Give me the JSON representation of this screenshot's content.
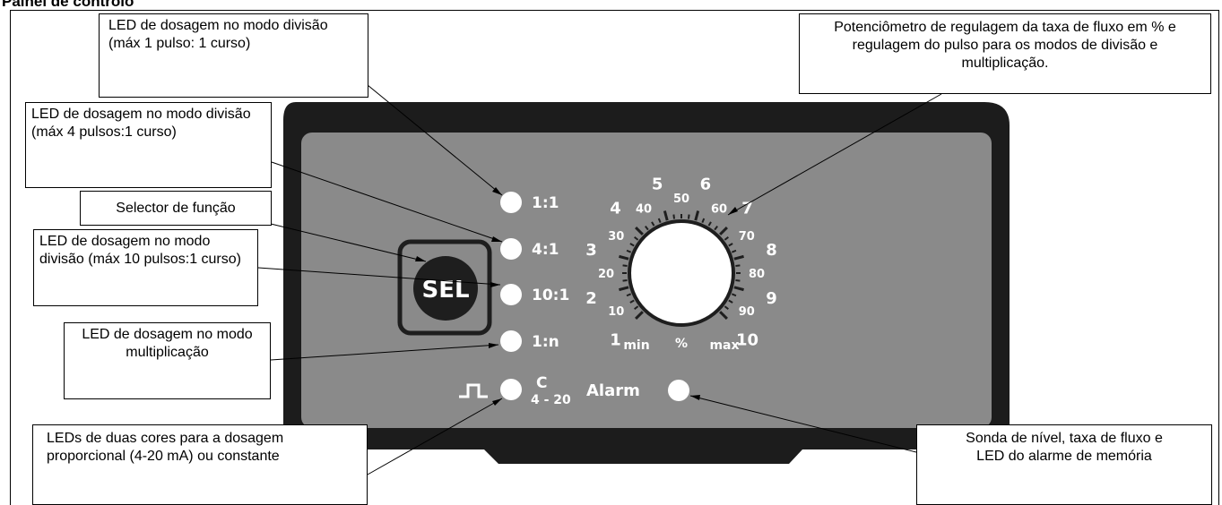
{
  "title": "Painel de controlo",
  "panel": {
    "sel_label": "SEL",
    "leds": [
      {
        "label": "1:1"
      },
      {
        "label": "4:1"
      },
      {
        "label": "10:1"
      },
      {
        "label": "1:n"
      },
      {
        "label": "C",
        "sublabel": "4 - 20"
      }
    ],
    "alarm_label": "Alarm",
    "dial": {
      "outer_numbers": [
        "1",
        "2",
        "3",
        "4",
        "5",
        "6",
        "7",
        "8",
        "9",
        "10"
      ],
      "inner_numbers": [
        "10",
        "20",
        "30",
        "40",
        "50",
        "60",
        "70",
        "80",
        "90"
      ],
      "min_label": "min",
      "percent_label": "%",
      "max_label": "max"
    }
  },
  "callouts": {
    "led_1_1": "LED de dosagem no modo divisão (máx 1 pulso: 1 curso)",
    "led_4_1": "LED de dosagem no modo divisão (máx 4 pulsos:1 curso)",
    "selector": "Selector de função",
    "led_10_1": "LED de dosagem no modo divisão (máx 10 pulsos:1 curso)",
    "led_1_n": "LED de dosagem no modo multiplicação",
    "led_dual": "LEDs de duas cores para a dosagem proporcional (4-20 mA) ou constante",
    "potentiometer": "Potenciômetro de regulagem da taxa de fluxo em % e regulagem do pulso para os modos de divisão e multiplicação.",
    "alarm": "Sonda de nível, taxa de fluxo e LED do alarme de memória"
  },
  "colors": {
    "panel_frame": "#1c1c1c",
    "panel_face": "#8a8a8a",
    "led": "#ffffff",
    "sel_button": "#1e1e1e"
  }
}
